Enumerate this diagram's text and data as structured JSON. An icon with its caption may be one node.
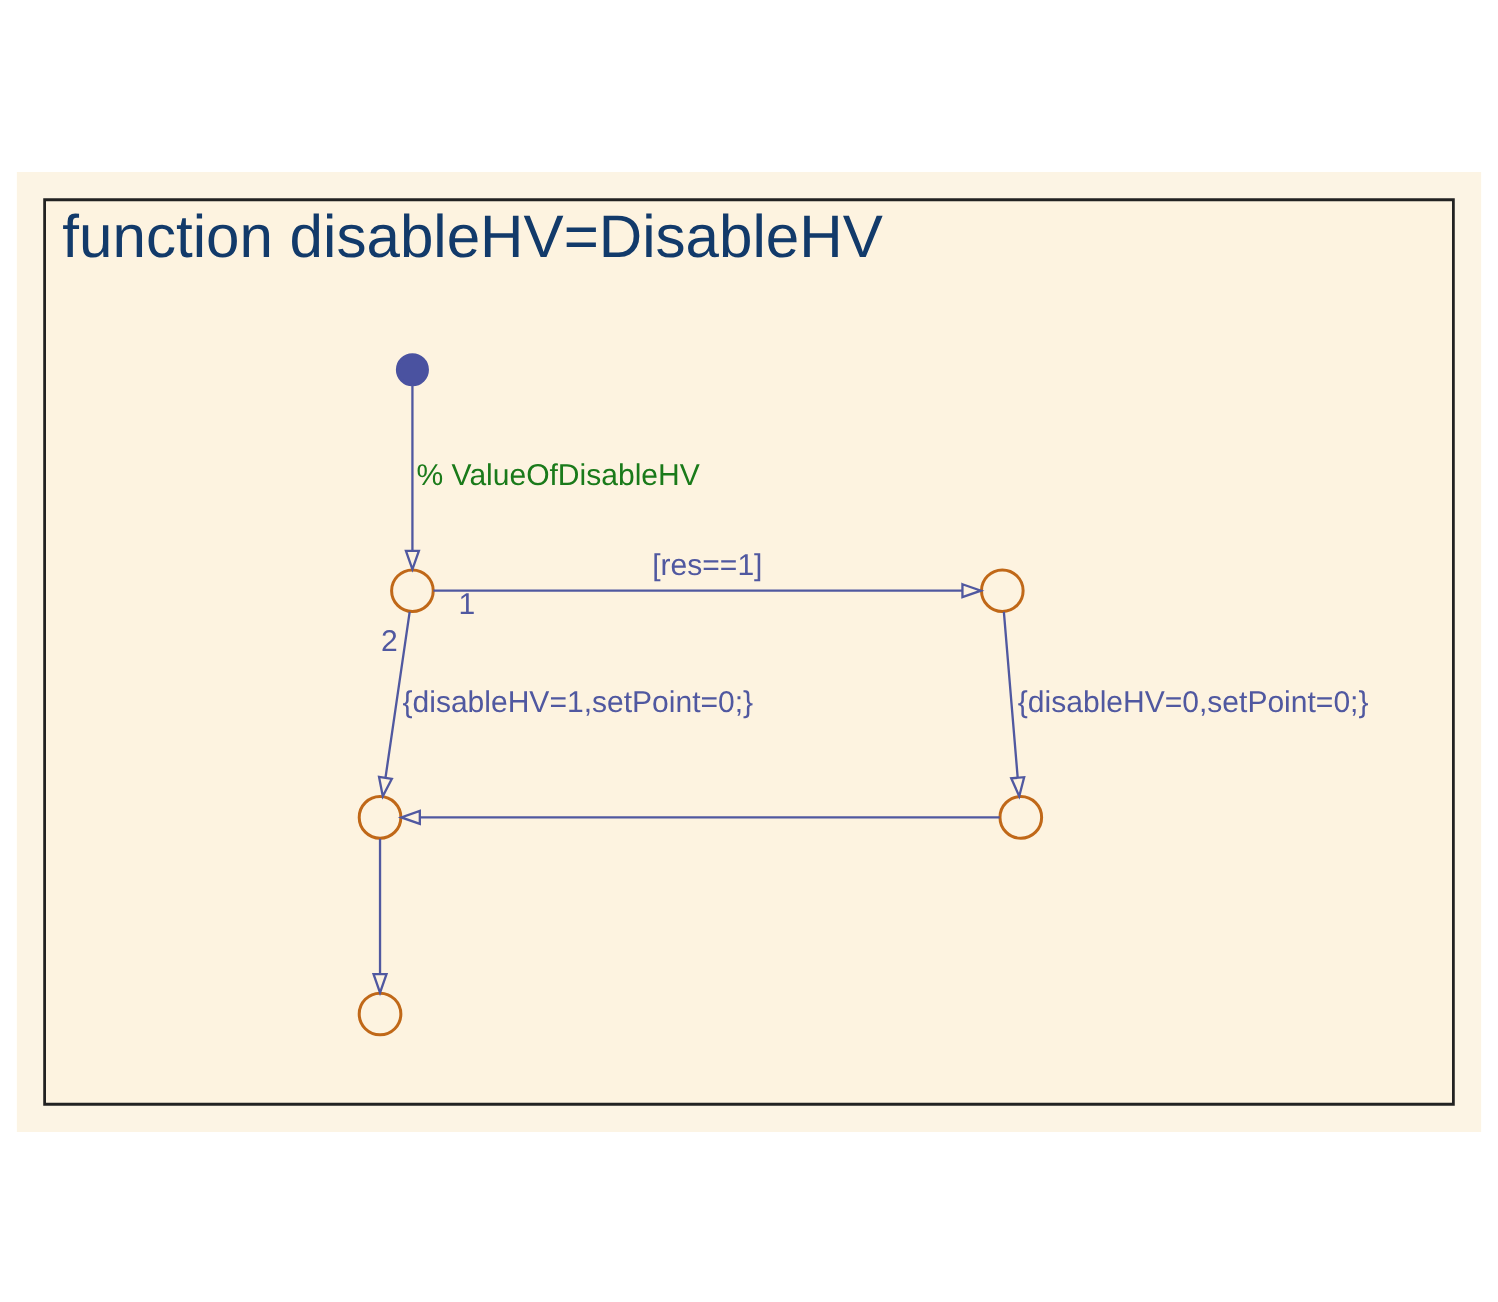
{
  "diagram": {
    "nodes": [
      {
        "text": [
          "function disableHV=DisableHV"
        ]
      },
      {
        "text": [],
        "shape": "circle",
        "in": 0
      },
      {
        "text": [],
        "shape": "circle",
        "in": 0
      },
      {
        "text": [],
        "shape": "circle",
        "in": 0
      },
      {
        "text": [],
        "shape": "circle",
        "in": 0
      },
      {
        "text": [],
        "shape": "circle",
        "in": 0
      },
      {
        "text": [],
        "shape": "circle",
        "in": 0
      }
    ],
    "edges": [
      {
        "from": 1,
        "to": 2,
        "arrow": "to",
        "label": "% ValueOfDisableHV"
      },
      {
        "from": 2,
        "to": 3,
        "arrow": "to",
        "label": "[res==1]"
      },
      {
        "from": 3,
        "to": 5,
        "arrow": "to",
        "label": "{disableHV=0,setPoint=0;}"
      },
      {
        "from": 2,
        "to": 4,
        "arrow": "to",
        "label": "{disableHV=1,setPoint=0;}"
      },
      {
        "from": 5,
        "to": 4,
        "arrow": "to"
      },
      {
        "from": 4,
        "to": 6,
        "arrow": "to"
      }
    ],
    "labels": [
      "1",
      "2"
    ]
  }
}
